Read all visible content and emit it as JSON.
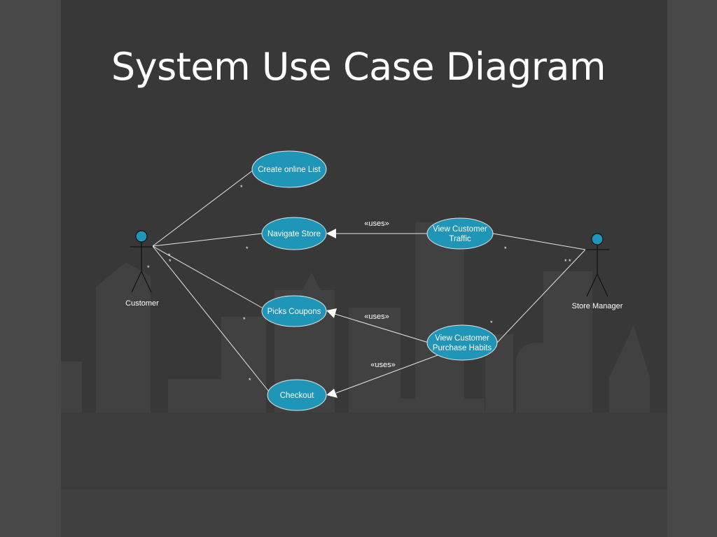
{
  "title": "System Use Case Diagram",
  "actors": {
    "customer": "Customer",
    "store_manager": "Store Manager"
  },
  "use_cases": {
    "create_online_list": "Create online List",
    "navigate_store": "Navigate Store",
    "picks_coupons": "Picks Coupons",
    "checkout": "Checkout",
    "view_customer_traffic": [
      "View Customer",
      "Traffic"
    ],
    "view_customer_purchase_habits": [
      "View Customer",
      "Purchase Habits"
    ]
  },
  "relations": {
    "uses_label": "«uses»",
    "multiplicity": "*"
  },
  "colors": {
    "use_case_fill": "#1f95b8",
    "actor_head": "#1f95b8",
    "line": "#e6e6e6",
    "background": "#383838"
  }
}
